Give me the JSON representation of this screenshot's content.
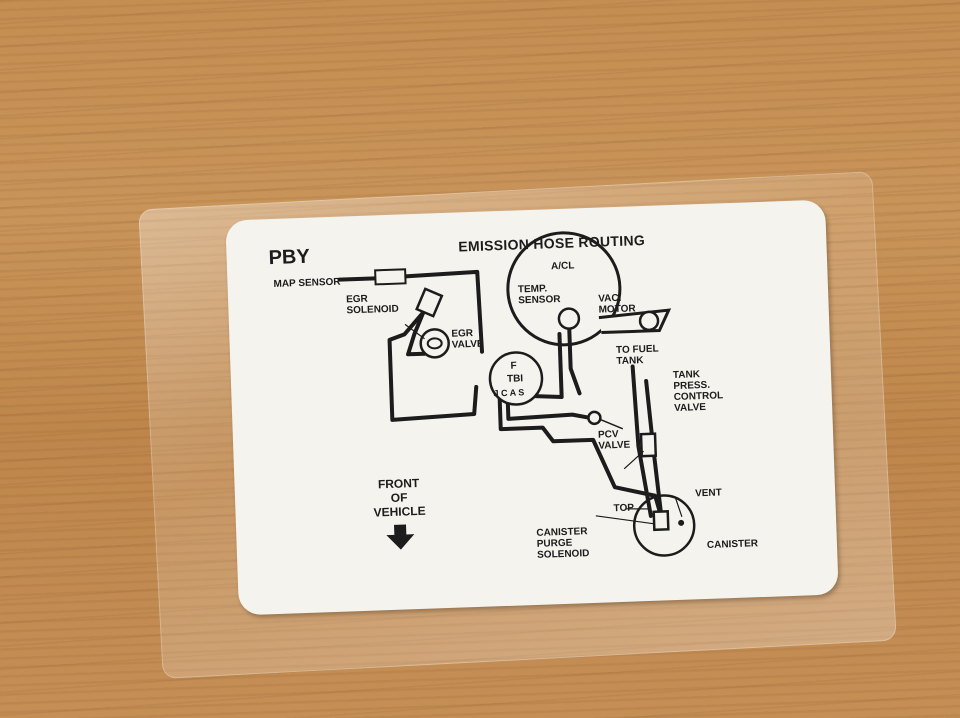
{
  "sticker": {
    "code": "PBY",
    "title": "EMISSION HOSE ROUTING"
  },
  "labels": {
    "map_sensor": "MAP SENSOR",
    "egr_solenoid": "EGR\nSOLENOID",
    "egr_valve": "EGR\nVALVE",
    "ac_cl": "A/CL",
    "temp_sensor": "TEMP.\nSENSOR",
    "vac_motor": "VAC.\nMOTOR",
    "to_fuel_tank": "TO FUEL\nTANK",
    "tbi_f": "F",
    "tbi": "TBI",
    "tbi_ports": "J C A S",
    "pcv_valve": "PCV\nVALVE",
    "tank_press_control_valve": "TANK\nPRESS.\nCONTROL\nVALVE",
    "front_of_vehicle": "FRONT\nOF\nVEHICLE",
    "top": "TOP",
    "vent": "VENT",
    "canister_purge_solenoid": "CANISTER\nPURGE\nSOLENOID",
    "canister": "CANISTER"
  },
  "icons": {
    "front_arrow": "down-arrow-icon"
  },
  "colors": {
    "sticker": "#f4f3ee",
    "ink": "#1c1c1c",
    "wood": "#c48d52"
  }
}
